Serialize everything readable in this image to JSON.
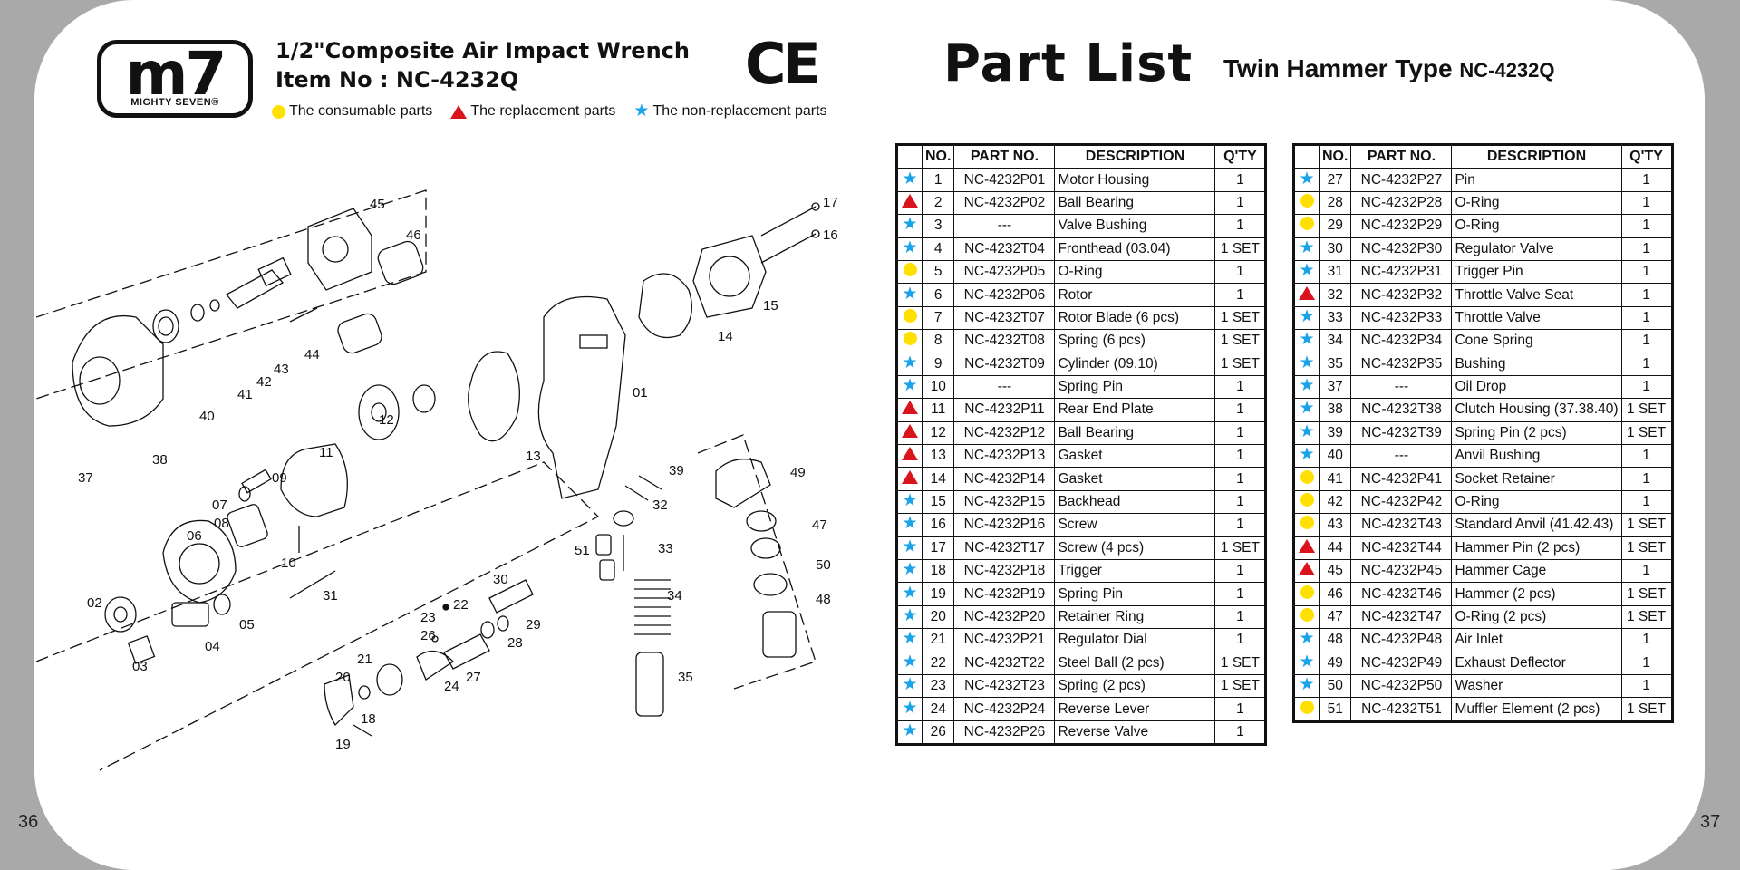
{
  "page_numbers": {
    "left": "36",
    "right": "37"
  },
  "brand": {
    "logo": "m7",
    "tagline": "MIGHTY SEVEN®"
  },
  "header": {
    "product_title": "1/2\"Composite Air Impact Wrench",
    "item_no": "Item No : NC-4232Q",
    "ce_mark": "CE"
  },
  "legend": [
    {
      "marker": "circle",
      "color": "#ffe000",
      "label": "The consumable parts"
    },
    {
      "marker": "triangle",
      "color": "#d9141c",
      "label": "The replacement parts"
    },
    {
      "marker": "star",
      "color": "#1aa3e8",
      "label": "The non-replacement parts"
    }
  ],
  "part_list": {
    "title": "Part  List",
    "subtitle": "Twin Hammer Type",
    "model": "NC-4232Q",
    "columns": [
      "NO.",
      "PART NO.",
      "DESCRIPTION",
      "Q'TY"
    ],
    "left_rows": [
      {
        "m": "star",
        "no": "1",
        "part": "NC-4232P01",
        "desc": "Motor Housing",
        "qty": "1"
      },
      {
        "m": "triangle",
        "no": "2",
        "part": "NC-4232P02",
        "desc": "Ball Bearing",
        "qty": "1"
      },
      {
        "m": "star",
        "no": "3",
        "part": "---",
        "desc": "Valve Bushing",
        "qty": "1"
      },
      {
        "m": "star",
        "no": "4",
        "part": "NC-4232T04",
        "desc": "Fronthead  (03.04)",
        "qty": "1 SET"
      },
      {
        "m": "circle",
        "no": "5",
        "part": "NC-4232P05",
        "desc": "O-Ring",
        "qty": "1"
      },
      {
        "m": "star",
        "no": "6",
        "part": "NC-4232P06",
        "desc": "Rotor",
        "qty": "1"
      },
      {
        "m": "circle",
        "no": "7",
        "part": "NC-4232T07",
        "desc": "Rotor Blade (6 pcs)",
        "qty": "1 SET"
      },
      {
        "m": "circle",
        "no": "8",
        "part": "NC-4232T08",
        "desc": "Spring (6 pcs)",
        "qty": "1 SET"
      },
      {
        "m": "star",
        "no": "9",
        "part": "NC-4232T09",
        "desc": "Cylinder (09.10)",
        "qty": "1 SET"
      },
      {
        "m": "star",
        "no": "10",
        "part": "---",
        "desc": "Spring Pin",
        "qty": "1"
      },
      {
        "m": "triangle",
        "no": "11",
        "part": "NC-4232P11",
        "desc": "Rear End Plate",
        "qty": "1"
      },
      {
        "m": "triangle",
        "no": "12",
        "part": "NC-4232P12",
        "desc": "Ball Bearing",
        "qty": "1"
      },
      {
        "m": "triangle",
        "no": "13",
        "part": "NC-4232P13",
        "desc": "Gasket",
        "qty": "1"
      },
      {
        "m": "triangle",
        "no": "14",
        "part": "NC-4232P14",
        "desc": "Gasket",
        "qty": "1"
      },
      {
        "m": "star",
        "no": "15",
        "part": "NC-4232P15",
        "desc": "Backhead",
        "qty": "1"
      },
      {
        "m": "star",
        "no": "16",
        "part": "NC-4232P16",
        "desc": "Screw",
        "qty": "1"
      },
      {
        "m": "star",
        "no": "17",
        "part": "NC-4232T17",
        "desc": "Screw (4 pcs)",
        "qty": "1 SET"
      },
      {
        "m": "star",
        "no": "18",
        "part": "NC-4232P18",
        "desc": "Trigger",
        "qty": "1"
      },
      {
        "m": "star",
        "no": "19",
        "part": "NC-4232P19",
        "desc": "Spring Pin",
        "qty": "1"
      },
      {
        "m": "star",
        "no": "20",
        "part": "NC-4232P20",
        "desc": "Retainer Ring",
        "qty": "1"
      },
      {
        "m": "star",
        "no": "21",
        "part": "NC-4232P21",
        "desc": "Regulator Dial",
        "qty": "1"
      },
      {
        "m": "star",
        "no": "22",
        "part": "NC-4232T22",
        "desc": "Steel Ball (2 pcs)",
        "qty": "1 SET"
      },
      {
        "m": "star",
        "no": "23",
        "part": "NC-4232T23",
        "desc": "Spring (2 pcs)",
        "qty": "1 SET"
      },
      {
        "m": "star",
        "no": "24",
        "part": "NC-4232P24",
        "desc": "Reverse Lever",
        "qty": "1"
      },
      {
        "m": "star",
        "no": "26",
        "part": "NC-4232P26",
        "desc": "Reverse Valve",
        "qty": "1"
      }
    ],
    "right_rows": [
      {
        "m": "star",
        "no": "27",
        "part": "NC-4232P27",
        "desc": "Pin",
        "qty": "1"
      },
      {
        "m": "circle",
        "no": "28",
        "part": "NC-4232P28",
        "desc": "O-Ring",
        "qty": "1"
      },
      {
        "m": "circle",
        "no": "29",
        "part": "NC-4232P29",
        "desc": "O-Ring",
        "qty": "1"
      },
      {
        "m": "star",
        "no": "30",
        "part": "NC-4232P30",
        "desc": "Regulator Valve",
        "qty": "1"
      },
      {
        "m": "star",
        "no": "31",
        "part": "NC-4232P31",
        "desc": "Trigger Pin",
        "qty": "1"
      },
      {
        "m": "triangle",
        "no": "32",
        "part": "NC-4232P32",
        "desc": "Throttle Valve Seat",
        "qty": "1"
      },
      {
        "m": "star",
        "no": "33",
        "part": "NC-4232P33",
        "desc": "Throttle Valve",
        "qty": "1"
      },
      {
        "m": "star",
        "no": "34",
        "part": "NC-4232P34",
        "desc": "Cone Spring",
        "qty": "1"
      },
      {
        "m": "star",
        "no": "35",
        "part": "NC-4232P35",
        "desc": "Bushing",
        "qty": "1"
      },
      {
        "m": "star",
        "no": "37",
        "part": "---",
        "desc": "Oil Drop",
        "qty": "1"
      },
      {
        "m": "star",
        "no": "38",
        "part": "NC-4232T38",
        "desc": "Clutch Housing (37.38.40)",
        "qty": "1 SET"
      },
      {
        "m": "star",
        "no": "39",
        "part": "NC-4232T39",
        "desc": "Spring Pin (2 pcs)",
        "qty": "1 SET"
      },
      {
        "m": "star",
        "no": "40",
        "part": "---",
        "desc": "Anvil Bushing",
        "qty": "1"
      },
      {
        "m": "circle",
        "no": "41",
        "part": "NC-4232P41",
        "desc": "Socket Retainer",
        "qty": "1"
      },
      {
        "m": "circle",
        "no": "42",
        "part": "NC-4232P42",
        "desc": "O-Ring",
        "qty": "1"
      },
      {
        "m": "circle",
        "no": "43",
        "part": "NC-4232T43",
        "desc": "Standard Anvil  (41.42.43)",
        "qty": "1 SET"
      },
      {
        "m": "triangle",
        "no": "44",
        "part": "NC-4232T44",
        "desc": "Hammer Pin (2 pcs)",
        "qty": "1 SET"
      },
      {
        "m": "triangle",
        "no": "45",
        "part": "NC-4232P45",
        "desc": "Hammer Cage",
        "qty": "1"
      },
      {
        "m": "circle",
        "no": "46",
        "part": "NC-4232T46",
        "desc": "Hammer (2 pcs)",
        "qty": "1 SET"
      },
      {
        "m": "circle",
        "no": "47",
        "part": "NC-4232T47",
        "desc": "O-Ring (2 pcs)",
        "qty": "1 SET"
      },
      {
        "m": "star",
        "no": "48",
        "part": "NC-4232P48",
        "desc": "Air Inlet",
        "qty": "1"
      },
      {
        "m": "star",
        "no": "49",
        "part": "NC-4232P49",
        "desc": "Exhaust Deflector",
        "qty": "1"
      },
      {
        "m": "star",
        "no": "50",
        "part": "NC-4232P50",
        "desc": "Washer",
        "qty": "1"
      },
      {
        "m": "circle",
        "no": "51",
        "part": "NC-4232T51",
        "desc": "Muffler Element (2 pcs)",
        "qty": "1 SET"
      }
    ]
  },
  "diagram": {
    "callouts": [
      "45",
      "46",
      "17",
      "16",
      "15",
      "14",
      "44",
      "43",
      "42",
      "41",
      "40",
      "38",
      "37",
      "01",
      "12",
      "11",
      "13",
      "39",
      "49",
      "07",
      "09",
      "08",
      "06",
      "10",
      "32",
      "33",
      "47",
      "51",
      "50",
      "02",
      "05",
      "04",
      "03",
      "31",
      "30",
      "22",
      "23",
      "26",
      "29",
      "28",
      "34",
      "48",
      "21",
      "20",
      "24",
      "27",
      "35",
      "18",
      "19"
    ]
  }
}
